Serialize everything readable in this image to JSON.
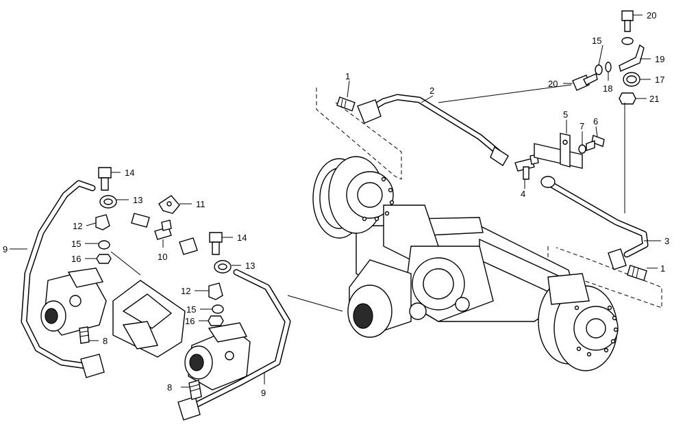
{
  "callouts": {
    "c1a": "1",
    "c1b": "1",
    "c2": "2",
    "c3": "3",
    "c4": "4",
    "c5": "5",
    "c6": "6",
    "c7": "7",
    "c8a": "8",
    "c8b": "8",
    "c9a": "9",
    "c9b": "9",
    "c10": "10",
    "c11": "11",
    "c12a": "12",
    "c12b": "12",
    "c13a": "13",
    "c13b": "13",
    "c14a": "14",
    "c14b": "14",
    "c15a": "15",
    "c15b": "15",
    "c15c": "15",
    "c16a": "16",
    "c16b": "16",
    "c17": "17",
    "c18": "18",
    "c19": "19",
    "c20a": "20",
    "c20b": "20",
    "c21": "21"
  }
}
